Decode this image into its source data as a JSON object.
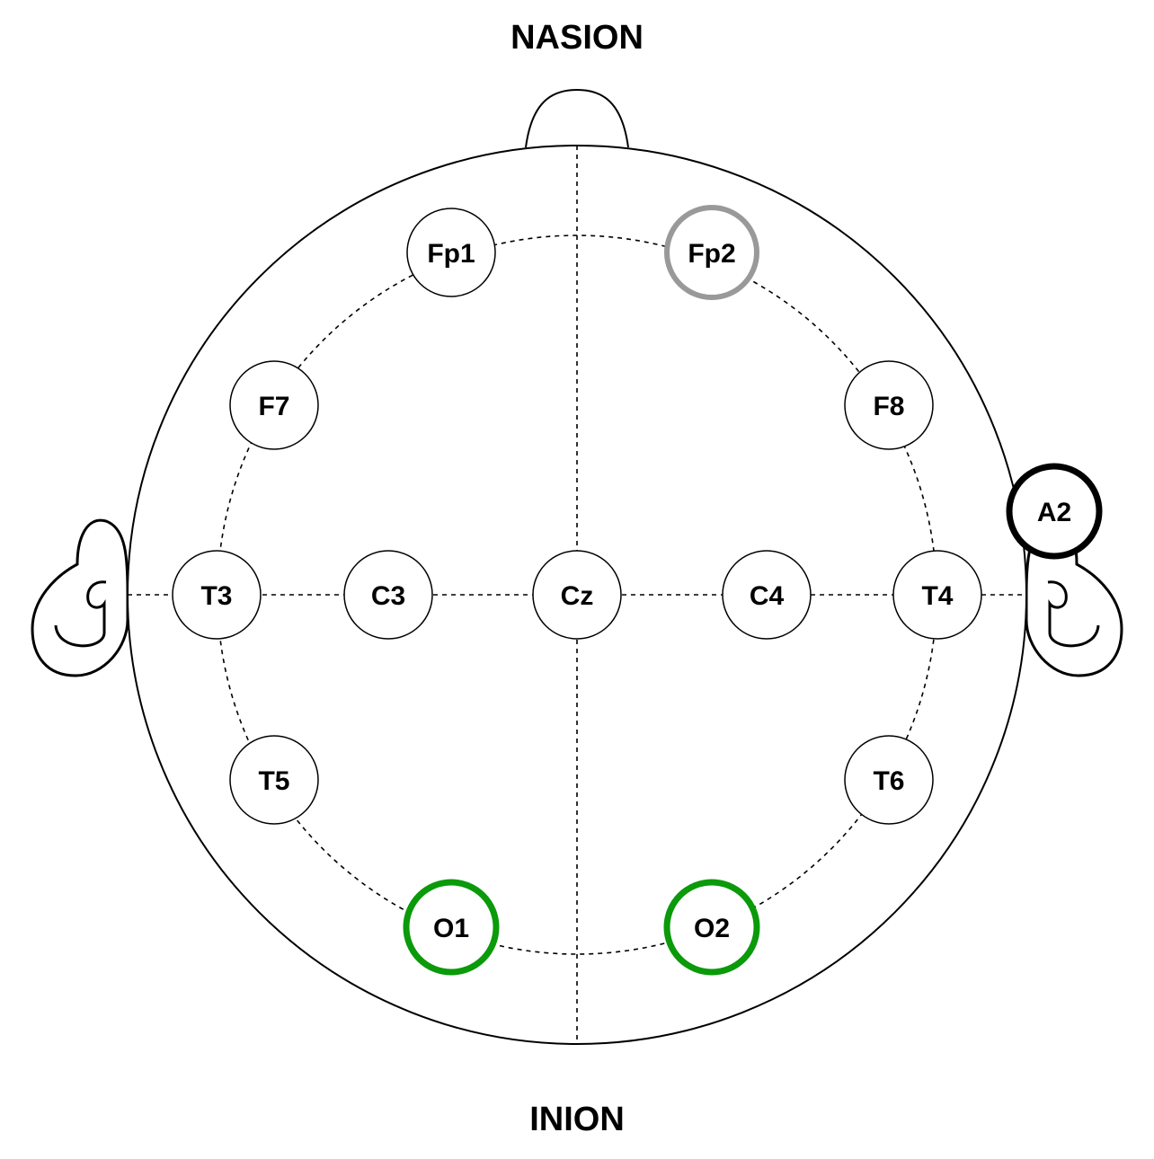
{
  "labels": {
    "nasion": "NASION",
    "inion": "INION"
  },
  "colors": {
    "default_ring": "#000000",
    "highlight_gray": "#999999",
    "highlight_black": "#000000",
    "highlight_green": "#0a9a0a"
  },
  "electrodes": [
    {
      "id": "Fp1",
      "label": "Fp1",
      "style": "default"
    },
    {
      "id": "Fp2",
      "label": "Fp2",
      "style": "gray"
    },
    {
      "id": "F7",
      "label": "F7",
      "style": "default"
    },
    {
      "id": "F8",
      "label": "F8",
      "style": "default"
    },
    {
      "id": "A2",
      "label": "A2",
      "style": "black"
    },
    {
      "id": "T3",
      "label": "T3",
      "style": "default"
    },
    {
      "id": "C3",
      "label": "C3",
      "style": "default"
    },
    {
      "id": "Cz",
      "label": "Cz",
      "style": "default"
    },
    {
      "id": "C4",
      "label": "C4",
      "style": "default"
    },
    {
      "id": "T4",
      "label": "T4",
      "style": "default"
    },
    {
      "id": "T5",
      "label": "T5",
      "style": "default"
    },
    {
      "id": "T6",
      "label": "T6",
      "style": "default"
    },
    {
      "id": "O1",
      "label": "O1",
      "style": "green"
    },
    {
      "id": "O2",
      "label": "O2",
      "style": "green"
    }
  ]
}
